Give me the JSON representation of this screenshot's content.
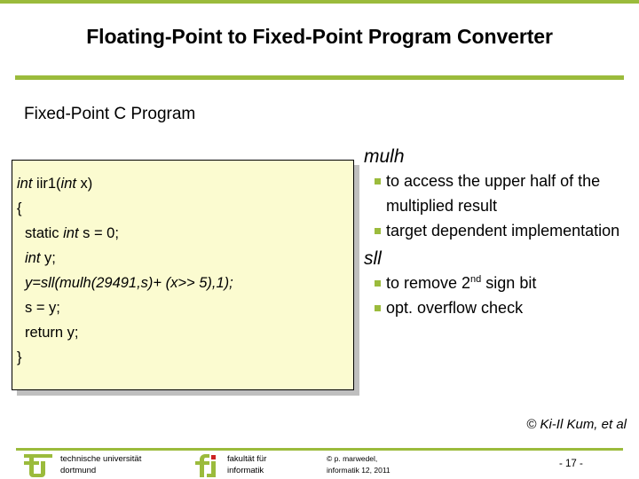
{
  "theme": {
    "accent_green": "#9BBB3C",
    "code_bg": "#FBFBD0",
    "shadow": "#BFBFBF",
    "text": "#000000",
    "logo_red": "#CC2222"
  },
  "slide": {
    "title": "Floating-Point to Fixed-Point Program Converter",
    "section_heading": "Fixed-Point C Program",
    "attribution": "© Ki-Il Kum, et al"
  },
  "code_box": {
    "lines": [
      {
        "indent": 0,
        "segments": [
          {
            "text": "int",
            "italic": true
          },
          {
            "text": " iir1(",
            "italic": false
          },
          {
            "text": "int",
            "italic": true
          },
          {
            "text": " x)",
            "italic": false
          }
        ]
      },
      {
        "indent": 0,
        "segments": [
          {
            "text": "{",
            "italic": false
          }
        ]
      },
      {
        "indent": 1,
        "segments": [
          {
            "text": "static ",
            "italic": false
          },
          {
            "text": "int",
            "italic": true
          },
          {
            "text": " s = 0;",
            "italic": false
          }
        ]
      },
      {
        "indent": 1,
        "segments": [
          {
            "text": "int",
            "italic": true
          },
          {
            "text": " y;",
            "italic": false
          }
        ]
      },
      {
        "indent": 1,
        "segments": [
          {
            "text": "y=sll(mulh(29491,s)+ (x>> 5),1);",
            "italic": true
          }
        ]
      },
      {
        "indent": 1,
        "segments": [
          {
            "text": "s = y;",
            "italic": false
          }
        ]
      },
      {
        "indent": 1,
        "segments": [
          {
            "text": "return y;",
            "italic": false
          }
        ]
      },
      {
        "indent": 0,
        "segments": [
          {
            "text": "}",
            "italic": false
          }
        ]
      }
    ]
  },
  "explanations": [
    {
      "keyword": "mulh",
      "bullets": [
        {
          "text": "to access the upper half of the multiplied result"
        },
        {
          "text": "target dependent implementation"
        }
      ]
    },
    {
      "keyword": "sll",
      "bullets": [
        {
          "text": "to remove 2",
          "sup": "nd",
          "text_after": " sign bit"
        },
        {
          "text": "opt. overflow check"
        }
      ]
    }
  ],
  "footer": {
    "tu_logo_letters": "tu",
    "tu_line1": "technische universität",
    "tu_line2": "dortmund",
    "fi_logo_letters": "fi",
    "fi_line1": "fakultät für",
    "fi_line2": "informatik",
    "copyright_line1": "© p. marwedel,",
    "copyright_line2": "informatik 12,  2011",
    "page_number": "- 17 -"
  }
}
